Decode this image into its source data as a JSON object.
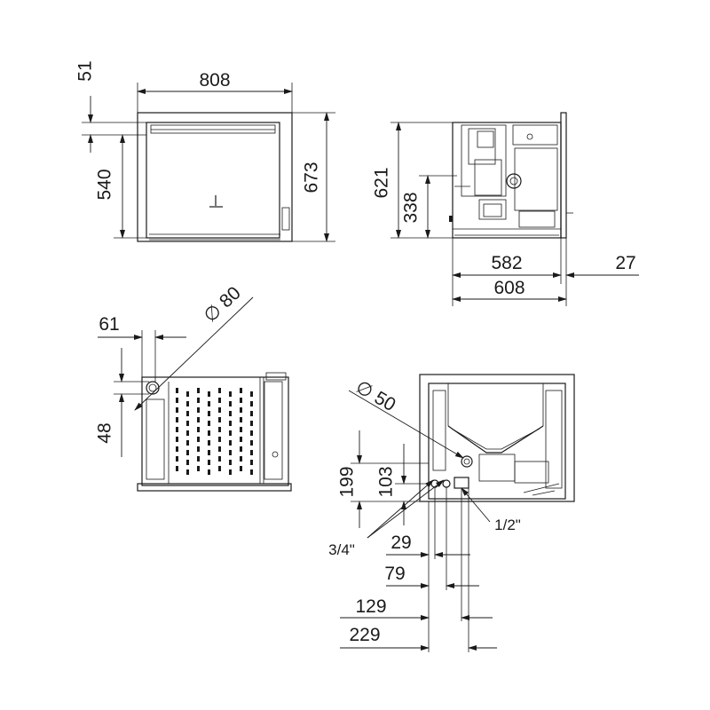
{
  "views": {
    "front": {
      "dims": {
        "width": "808",
        "top_offset": "51",
        "opening_height": "540",
        "total_height": "673"
      }
    },
    "side": {
      "dims": {
        "height": "621",
        "mid_height": "338",
        "depth": "582",
        "back_plate": "27",
        "total_depth": "608"
      }
    },
    "top": {
      "dims": {
        "flue_offset": "61",
        "flue_diameter": "∅ 80",
        "flue_depth": "48"
      }
    },
    "rear": {
      "dims": {
        "inlet_diameter": "∅ 50",
        "height_199": "199",
        "height_103": "103",
        "pipe_half_inch": "1/2\"",
        "pipe_three_quarter": "3/4\"",
        "offset_29": "29",
        "offset_79": "79",
        "offset_129": "129",
        "offset_229": "229"
      }
    }
  }
}
